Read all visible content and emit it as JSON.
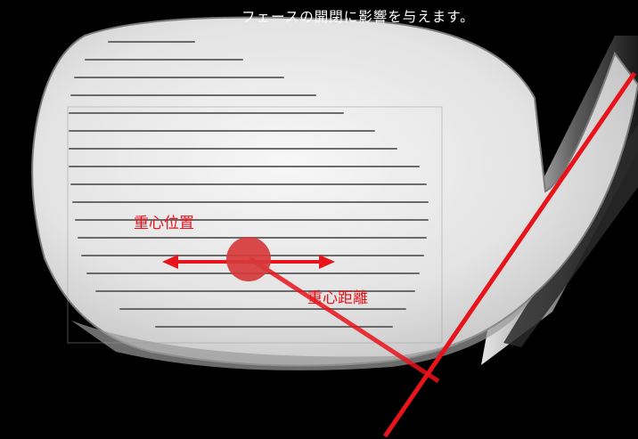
{
  "caption": "フェースの開閉に影響を与えます。",
  "labels": {
    "center_of_gravity_position": "重心位置",
    "center_of_gravity_distance": "重心距離"
  },
  "colors": {
    "background": "#000000",
    "annotation_red": "#e8141b",
    "cog_marker": "#d63a3a",
    "face_metal": "#dcdcdc"
  }
}
